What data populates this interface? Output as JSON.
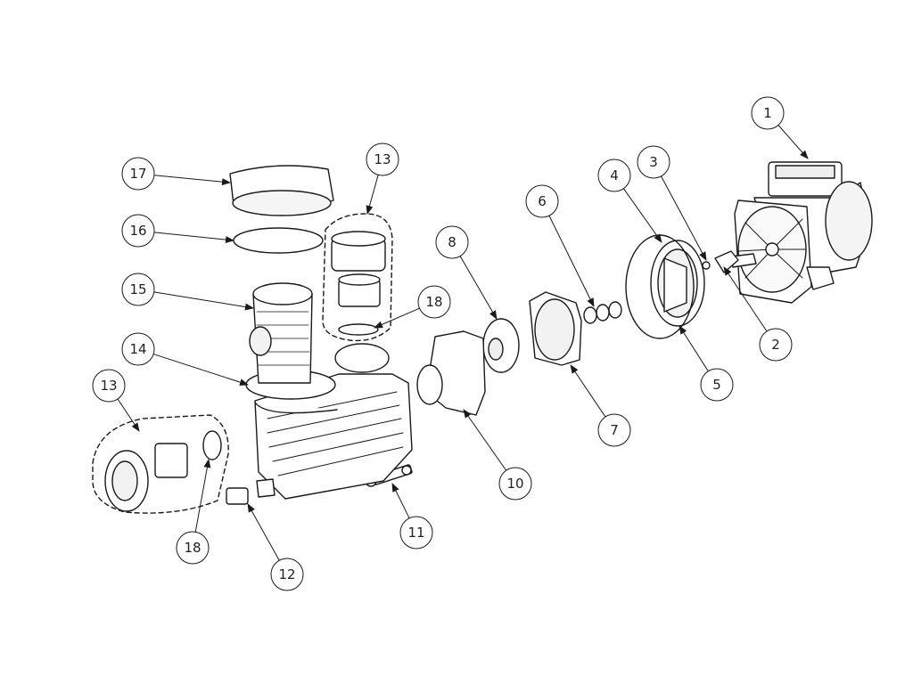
{
  "diagram": {
    "callouts": [
      {
        "id": "c1",
        "label": "1"
      },
      {
        "id": "c2",
        "label": "2"
      },
      {
        "id": "c3",
        "label": "3"
      },
      {
        "id": "c4",
        "label": "4"
      },
      {
        "id": "c5",
        "label": "5"
      },
      {
        "id": "c6",
        "label": "6"
      },
      {
        "id": "c7",
        "label": "7"
      },
      {
        "id": "c8",
        "label": "8"
      },
      {
        "id": "c10",
        "label": "10"
      },
      {
        "id": "c11",
        "label": "11"
      },
      {
        "id": "c12",
        "label": "12"
      },
      {
        "id": "c13a",
        "label": "13"
      },
      {
        "id": "c13b",
        "label": "13"
      },
      {
        "id": "c14",
        "label": "14"
      },
      {
        "id": "c15",
        "label": "15"
      },
      {
        "id": "c16",
        "label": "16"
      },
      {
        "id": "c17",
        "label": "17"
      },
      {
        "id": "c18a",
        "label": "18"
      },
      {
        "id": "c18b",
        "label": "18"
      }
    ],
    "line_color": "#1a1a1a",
    "fill_color": "#ffffff",
    "shade_color": "#d9d9d9"
  }
}
